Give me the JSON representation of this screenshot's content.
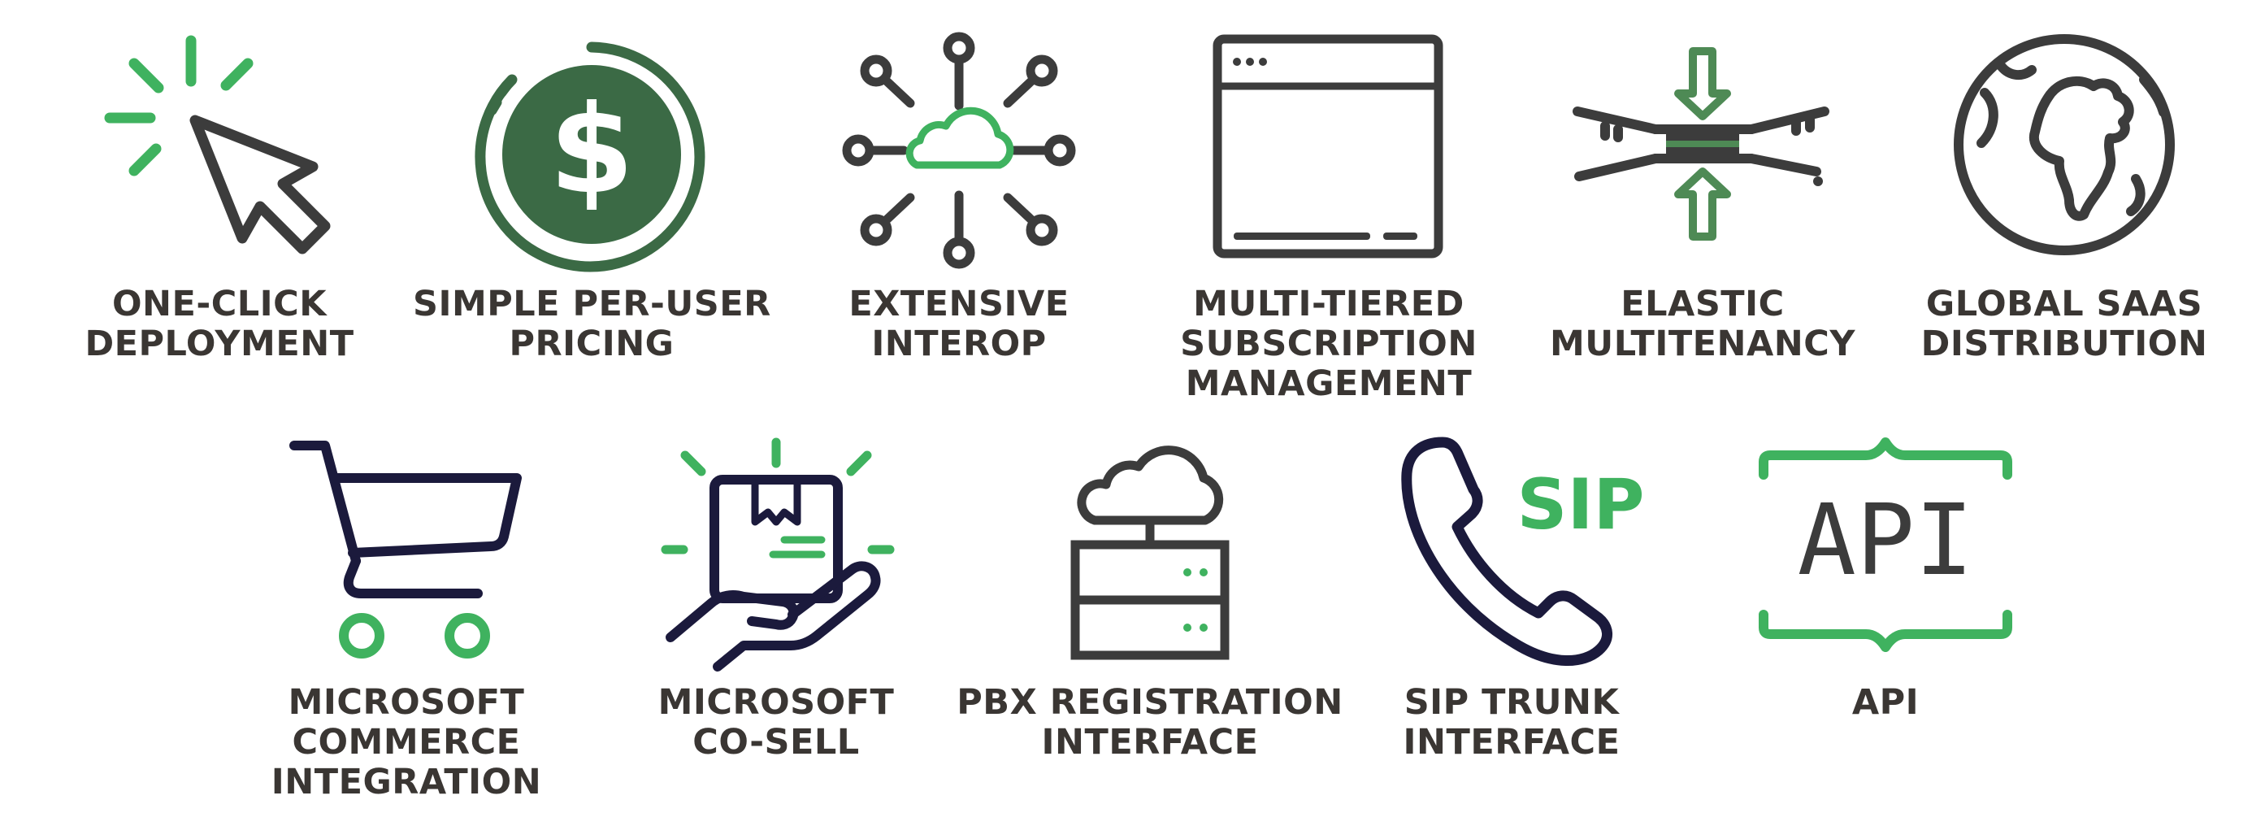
{
  "colors": {
    "dark": "#3c3c3c",
    "text": "#3a3633",
    "green": "#3fb25f",
    "dark_green": "#3b6a45",
    "mid_green": "#4e8a55",
    "navy": "#1b1a3c"
  },
  "features": [
    {
      "id": "one-click-deployment",
      "icon": "cursor-click-icon",
      "lines": [
        "ONE-CLICK",
        "DEPLOYMENT"
      ]
    },
    {
      "id": "simple-per-user-pricing",
      "icon": "dollar-coin-icon",
      "lines": [
        "SIMPLE PER-USER",
        "PRICING"
      ]
    },
    {
      "id": "extensive-interop",
      "icon": "cloud-network-icon",
      "lines": [
        "EXTENSIVE",
        "INTEROP"
      ]
    },
    {
      "id": "multi-tiered-subscription-management",
      "icon": "browser-window-icon",
      "lines": [
        "MULTI-TIERED",
        "SUBSCRIPTION",
        "MANAGEMENT"
      ]
    },
    {
      "id": "elastic-multitenancy",
      "icon": "elastic-compress-icon",
      "lines": [
        "ELASTIC",
        "MULTITENANCY"
      ]
    },
    {
      "id": "global-saas-distribution",
      "icon": "globe-icon",
      "lines": [
        "GLOBAL SAAS",
        "DISTRIBUTION"
      ]
    },
    {
      "id": "microsoft-commerce-integration",
      "icon": "shopping-cart-icon",
      "lines": [
        "MICROSOFT",
        "COMMERCE",
        "INTEGRATION"
      ]
    },
    {
      "id": "microsoft-co-sell",
      "icon": "hand-package-icon",
      "lines": [
        "MICROSOFT",
        "CO-SELL"
      ]
    },
    {
      "id": "pbx-registration-interface",
      "icon": "cloud-server-icon",
      "lines": [
        "PBX REGISTRATION",
        "INTERFACE"
      ]
    },
    {
      "id": "sip-trunk-interface",
      "icon": "sip-phone-icon",
      "lines": [
        "SIP TRUNK",
        "INTERFACE"
      ],
      "icon_text": "SIP"
    },
    {
      "id": "api",
      "icon": "api-braces-icon",
      "lines": [
        "API"
      ],
      "icon_text": "API"
    }
  ]
}
